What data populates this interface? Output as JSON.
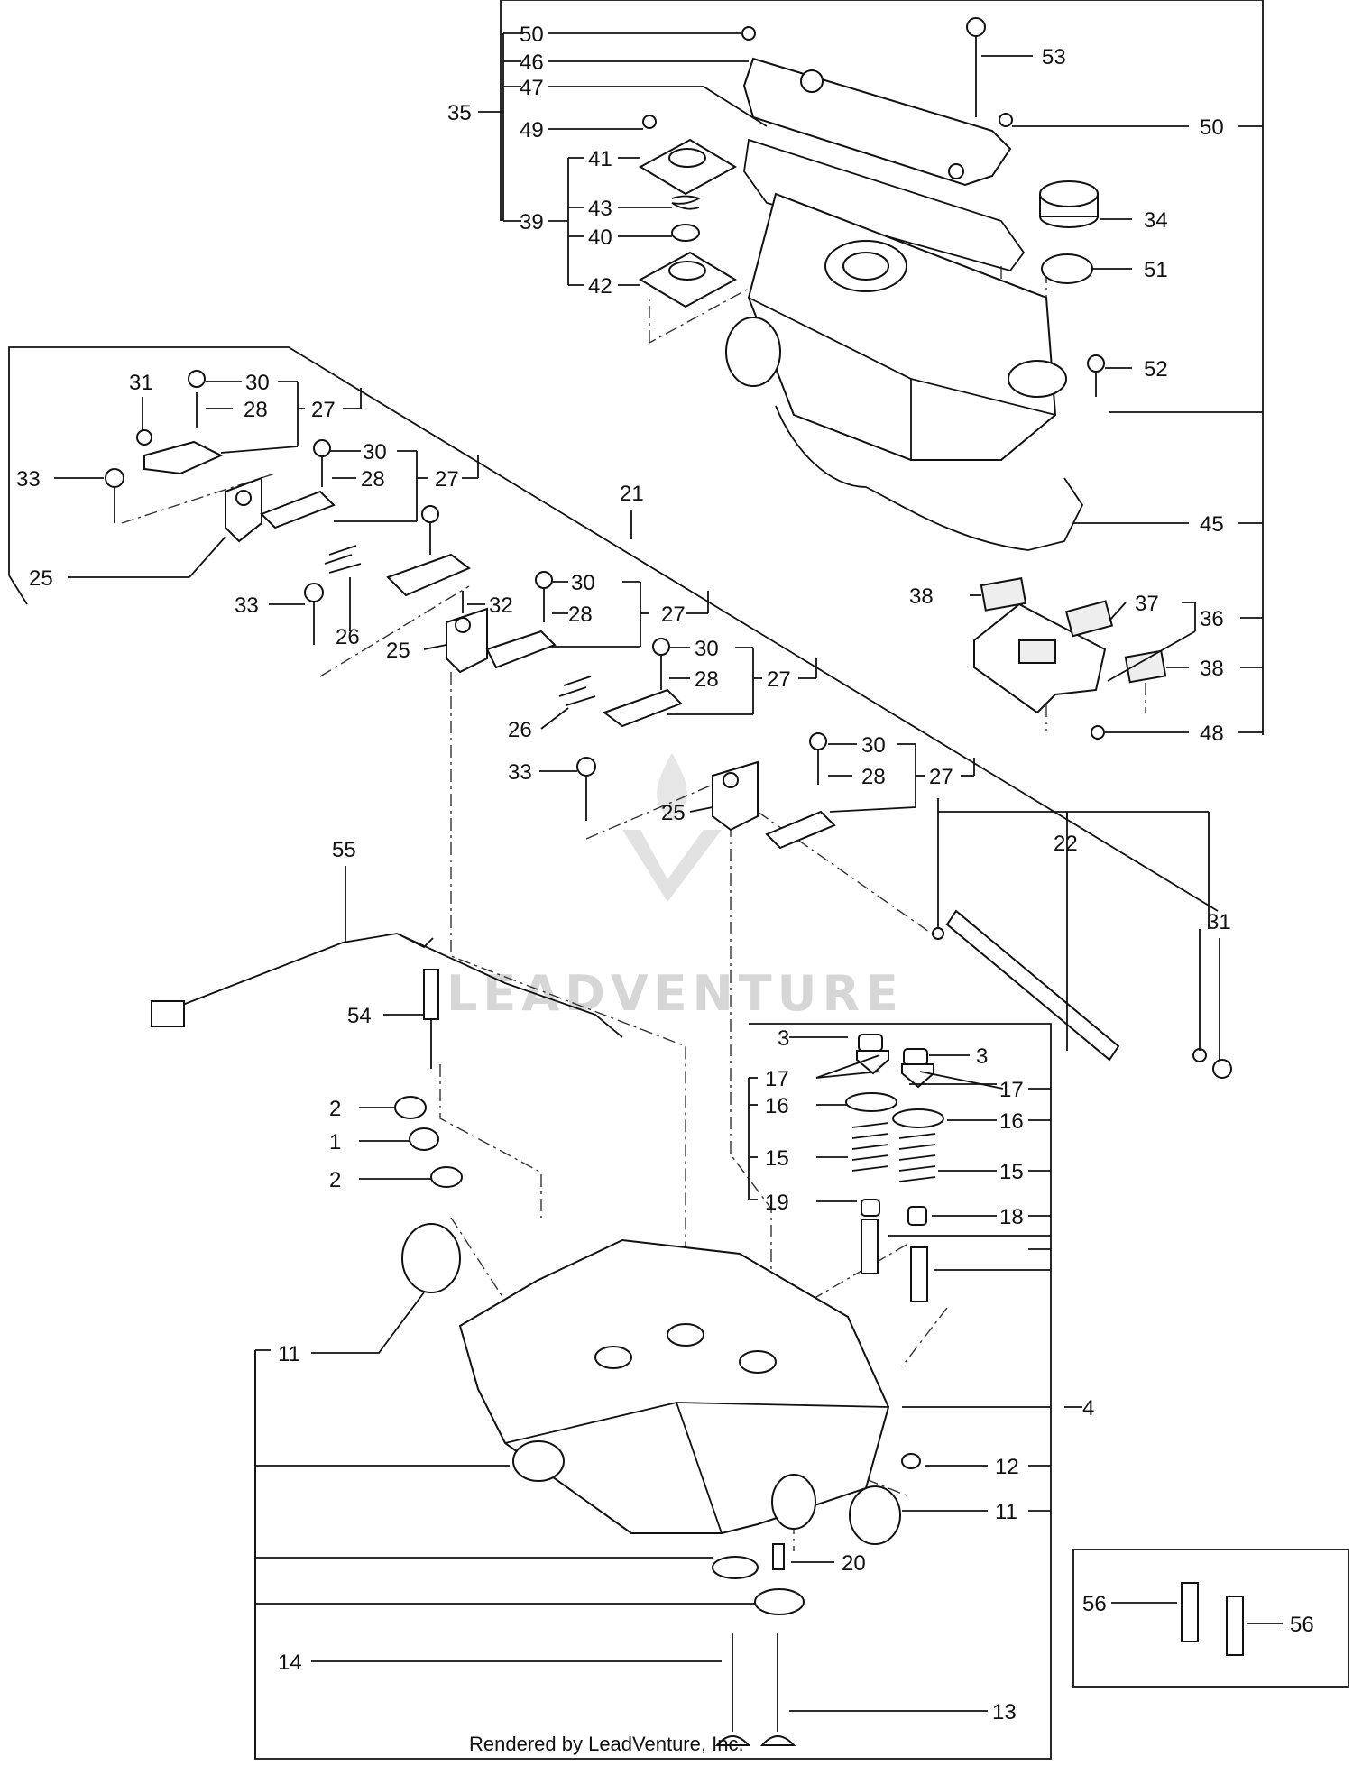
{
  "diagram": {
    "footer_text": "Rendered by LeadVenture, Inc.",
    "watermark_text": "LEADVENTURE",
    "callouts": [
      "1",
      "2",
      "3",
      "4",
      "11",
      "12",
      "13",
      "14",
      "15",
      "16",
      "17",
      "18",
      "19",
      "20",
      "21",
      "22",
      "25",
      "26",
      "27",
      "28",
      "30",
      "31",
      "32",
      "33",
      "34",
      "35",
      "36",
      "37",
      "38",
      "39",
      "40",
      "41",
      "42",
      "43",
      "45",
      "46",
      "47",
      "48",
      "49",
      "50",
      "51",
      "52",
      "53",
      "54",
      "55",
      "56"
    ]
  }
}
